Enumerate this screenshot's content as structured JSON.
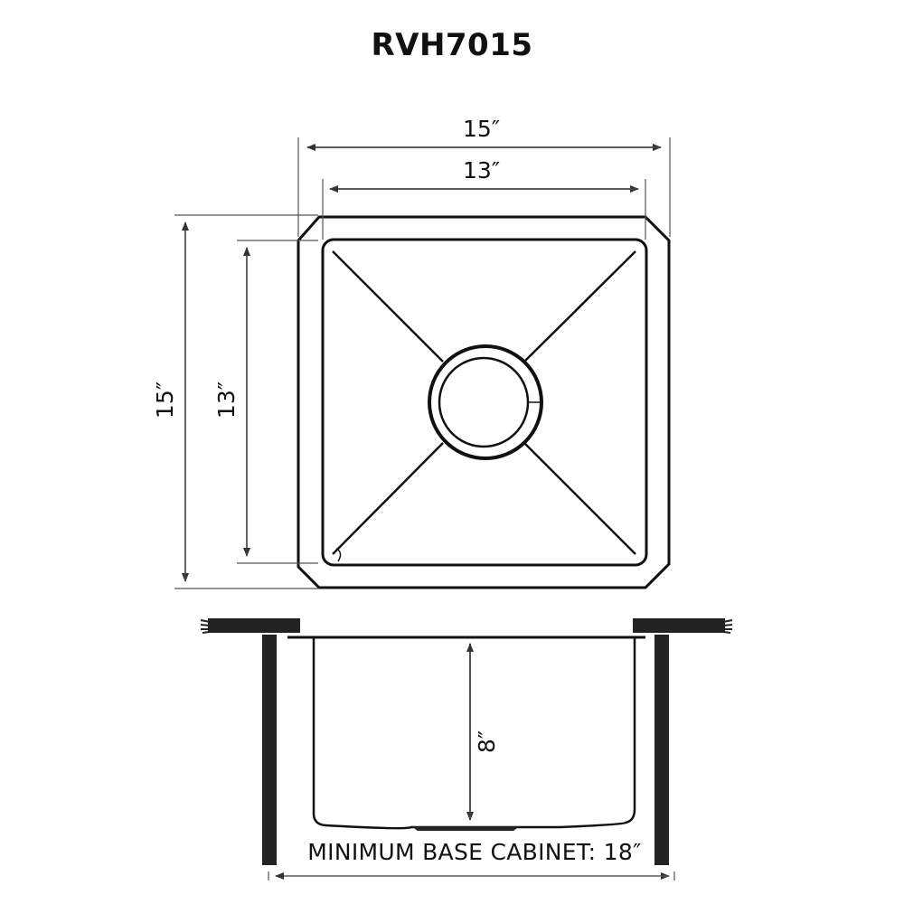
{
  "title": "RVH7015",
  "top_view": {
    "outer_width_label": "15″",
    "inner_width_label": "13″",
    "outer_height_label": "15″",
    "inner_height_label": "13″"
  },
  "side_view": {
    "depth_label": "8″",
    "cabinet_label": "MINIMUM BASE CABINET: 18″"
  },
  "colors": {
    "line": "#111111",
    "dim_line": "#555555",
    "background": "#ffffff"
  }
}
